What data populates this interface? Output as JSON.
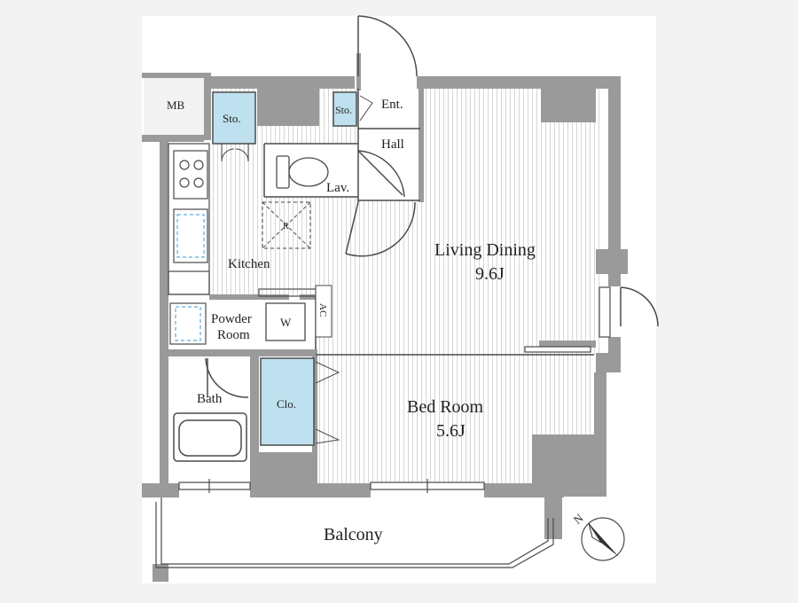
{
  "colors": {
    "wall": "#9a9a9a",
    "storage_fill": "#bfe0ee",
    "floor_line": "#c4c4c4",
    "line": "#4a4a4a",
    "fixture": "#7a7a7a",
    "dash": "#5aaedc"
  },
  "labels": {
    "mb": "MB",
    "sto_kitchen": "Sto.",
    "sto_entrance": "Sto.",
    "ent": "Ent.",
    "hall": "Hall",
    "lav": "Lav.",
    "r": "R",
    "kitchen": "Kitchen",
    "living_name": "Living Dining",
    "living_size": "9.6J",
    "powder_line1": "Powder",
    "powder_line2": "Room",
    "w": "W",
    "ac": "AC",
    "bath": "Bath",
    "clo": "Clo.",
    "bed_name": "Bed Room",
    "bed_size": "5.6J",
    "balcony": "Balcony",
    "north": "N"
  },
  "icons": [
    "compass-icon",
    "gas-stove-icon",
    "toilet-icon",
    "bathtub-icon",
    "washbasin-icon",
    "kitchen-sink-icon"
  ]
}
